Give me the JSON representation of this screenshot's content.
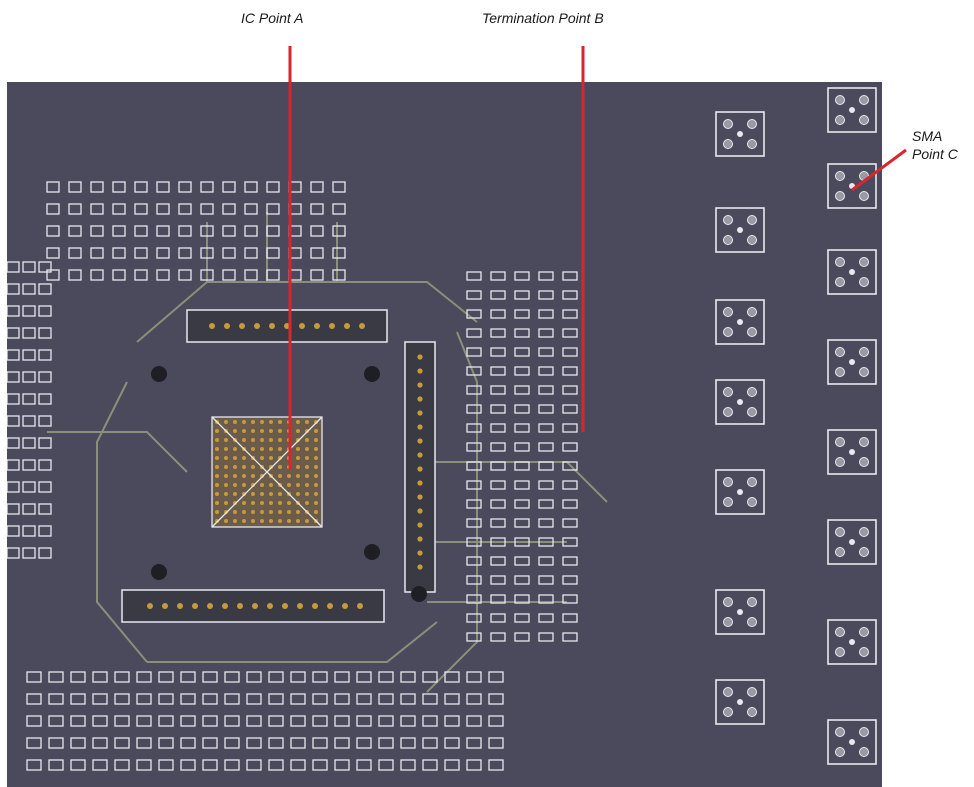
{
  "callouts": {
    "ic_point": "IC Point A",
    "termination_point": "Termination Point B",
    "sma_line1": "SMA",
    "sma_line2": "Point C"
  },
  "colors": {
    "board": "#4a4a5c",
    "silkscreen": "#e8e8ee",
    "trace": "#8a8f7a",
    "pad_gold": "#c89a3a",
    "pointer_red": "#d8262f",
    "text": "#1a1a1a"
  },
  "icons": [
    "pcb-photo"
  ]
}
